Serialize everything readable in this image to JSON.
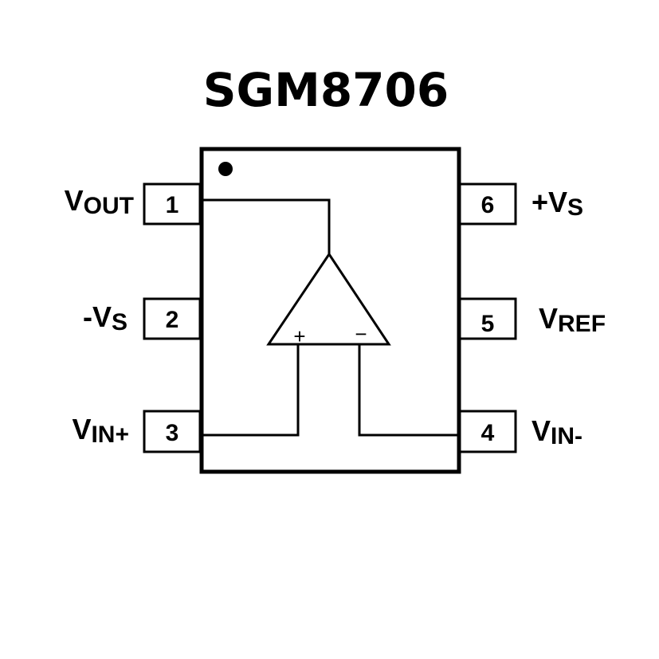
{
  "title": "SGM8706",
  "pins": [
    {
      "number": "1",
      "main": "V",
      "sub": "OUT"
    },
    {
      "number": "2",
      "main": "-V",
      "sub": "S"
    },
    {
      "number": "3",
      "main": "V",
      "sub": "IN+"
    },
    {
      "number": "4",
      "main": "V",
      "sub": "IN-"
    },
    {
      "number": "5",
      "main": "V",
      "sub": "REF"
    },
    {
      "number": "6",
      "main": "+V",
      "sub": "S"
    }
  ],
  "opamp": {
    "plus": "+",
    "minus": "−"
  }
}
